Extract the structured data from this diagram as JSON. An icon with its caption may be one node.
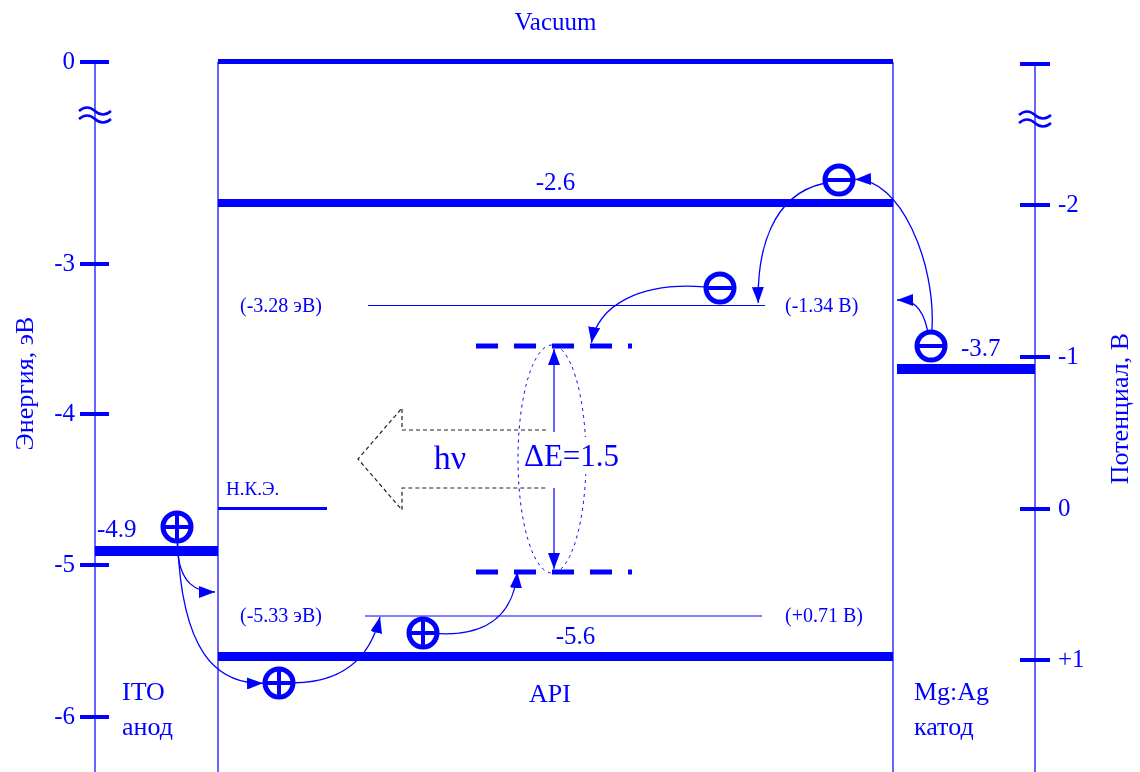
{
  "diagram": {
    "nodes": [
      {
        "text": [
          "Vacuum"
        ]
      },
      {
        "text": [
          "-2.6"
        ]
      },
      {
        "text": [
          "-5.6"
        ]
      },
      {
        "text": [
          "-4.9"
        ]
      },
      {
        "text": [
          "-3.7"
        ]
      },
      {
        "text": [
          "Н.К.Э."
        ]
      },
      {
        "text": [
          "(-3.28 эВ)",
          "(-1.34 В)"
        ]
      },
      {
        "text": [],
        "shape": "bar"
      },
      {
        "text": [],
        "shape": "bar"
      },
      {
        "text": [],
        "shape": "circle"
      },
      {
        "text": [],
        "shape": "circle"
      },
      {
        "text": [],
        "shape": "circle"
      },
      {
        "text": [],
        "shape": "circle"
      },
      {
        "text": [],
        "shape": "circle"
      },
      {
        "text": [],
        "shape": "circle"
      },
      {
        "text": [
          "hν"
        ]
      }
    ],
    "edges": [
      {
        "from": 9,
        "to": 10,
        "arrow": "to"
      },
      {
        "from": 9,
        "to": null,
        "arrow": "to"
      },
      {
        "from": 10,
        "to": 6,
        "arrow": "to"
      },
      {
        "from": 11,
        "to": 7,
        "arrow": "to"
      },
      {
        "from": 12,
        "to": null,
        "arrow": "to"
      },
      {
        "from": 12,
        "to": 13,
        "arrow": "to"
      },
      {
        "from": 13,
        "to": null,
        "arrow": "to"
      },
      {
        "from": 14,
        "to": 8,
        "arrow": "to"
      }
    ],
    "labels": [
      "0",
      "-3",
      "-4",
      "-5",
      "-6",
      "Энергия, эВ",
      "-2",
      "-1",
      "0",
      "+1",
      "Потенциал, В",
      "ΔE=1.5",
      "(-5.33 эВ)",
      "(+0.71 В)",
      "ITO анод",
      "API",
      "Mg:Ag катод"
    ]
  }
}
